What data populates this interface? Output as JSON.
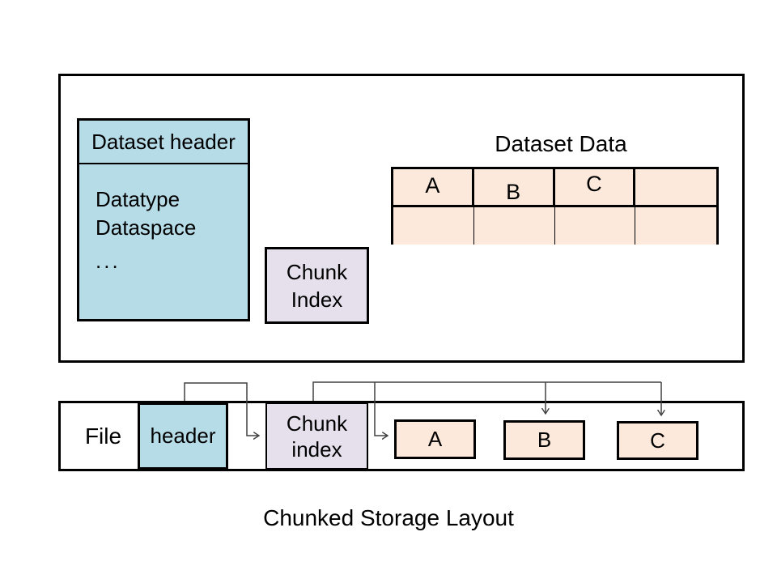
{
  "slide_title": "Chunked Storage Layout",
  "colors": {
    "cyan": "#B6DCE8",
    "lavender": "#E5E0EC",
    "peach": "#FCE9DB",
    "border": "#000000",
    "connector": "#404040"
  },
  "top_diagram": {
    "dataset_header": {
      "title": "Dataset header",
      "body_lines": [
        "Datatype",
        "Dataspace"
      ],
      "ellipsis": "..."
    },
    "chunk_index": {
      "line1": "Chunk",
      "line2": "Index"
    },
    "dataset_data": {
      "label": "Dataset Data",
      "row1": [
        "A",
        "B",
        "C",
        ""
      ],
      "row2": [
        "",
        "",
        "",
        ""
      ]
    }
  },
  "bottom_diagram": {
    "file_label": "File",
    "header_label": "header",
    "chunk_index": {
      "line1": "Chunk",
      "line2": "index"
    },
    "chunks": {
      "a": "A",
      "b": "B",
      "c": "C"
    }
  }
}
